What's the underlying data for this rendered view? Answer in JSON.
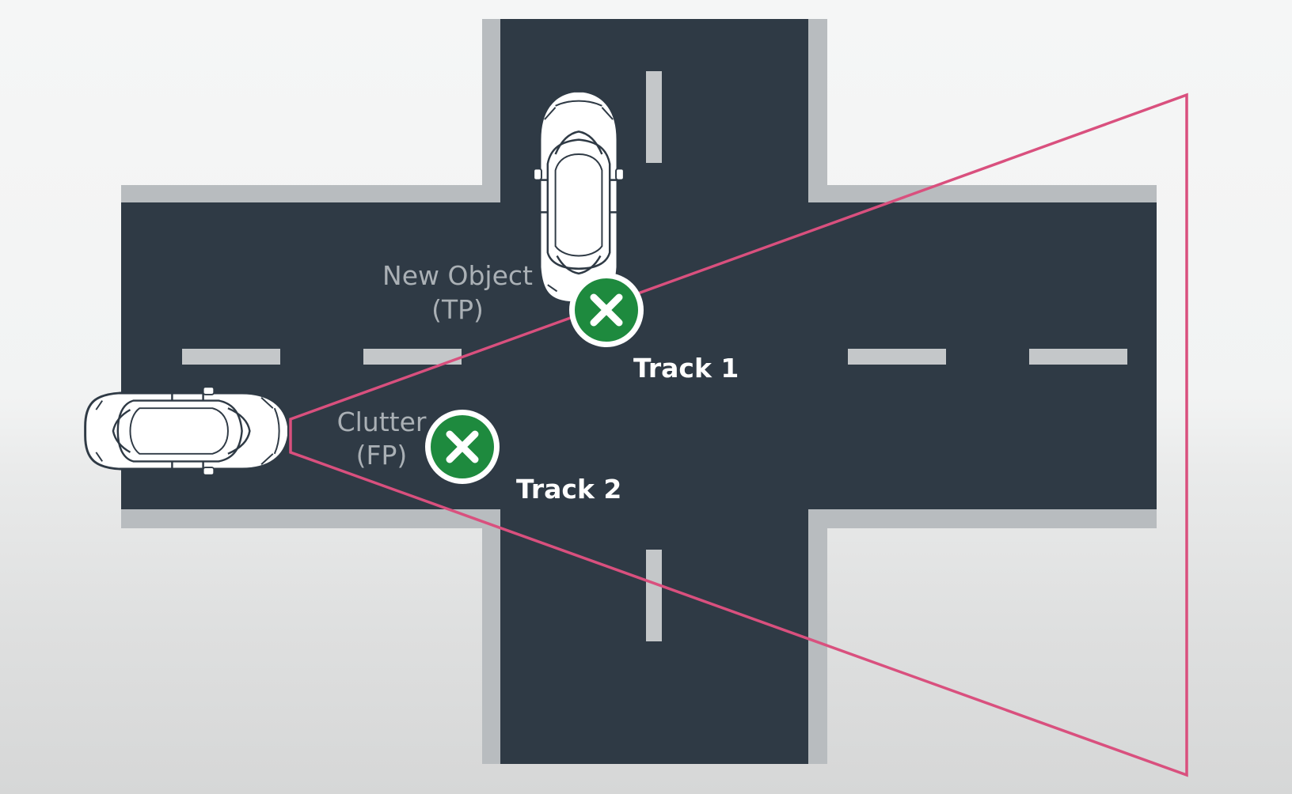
{
  "colors": {
    "road": "#2f3a45",
    "curb": "#b8bcbf",
    "lane_marking": "#c4c7c9",
    "sensor_fov": "#d9507e",
    "track_marker": "#1e8a3e",
    "label_gray": "#aab0b5",
    "label_white": "#ffffff"
  },
  "icons": {
    "ego_vehicle": "car-top-view-icon",
    "other_vehicle": "car-top-view-icon",
    "track_marker": "x-circle-icon"
  },
  "labels": {
    "new_object_line1": "New Object",
    "new_object_line2": "(TP)",
    "clutter_line1": "Clutter",
    "clutter_line2": "(FP)",
    "track1": "Track 1",
    "track2": "Track 2"
  }
}
